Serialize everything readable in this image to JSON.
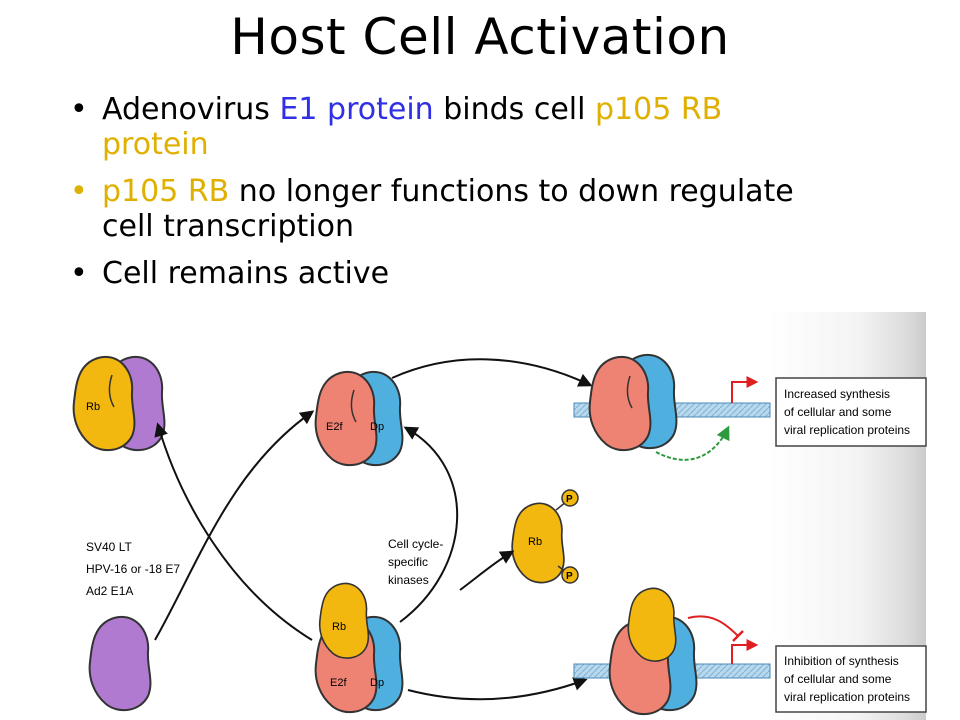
{
  "slide": {
    "title": "Host Cell Activation",
    "bullets": [
      {
        "parts": [
          {
            "text": "Adenovirus ",
            "color": "black"
          },
          {
            "text": "E1 protein",
            "color": "blue"
          },
          {
            "text": " binds cell ",
            "color": "black"
          },
          {
            "text": "p105 RB protein",
            "color": "gold"
          }
        ]
      },
      {
        "parts": [
          {
            "text": "p105 RB",
            "color": "gold"
          },
          {
            "text": " no longer functions to down regulate cell transcription",
            "color": "black"
          }
        ]
      },
      {
        "parts": [
          {
            "text": "Cell remains active",
            "color": "black"
          }
        ]
      }
    ]
  },
  "figure": {
    "labels": {
      "rb": "Rb",
      "e2f": "E2f",
      "dp": "Dp",
      "p": "P",
      "viral_list": [
        "SV40 LT",
        "HPV-16 or -18 E7",
        "Ad2 E1A"
      ],
      "kinases": [
        "Cell cycle-",
        "specific",
        "kinases"
      ]
    },
    "boxes": {
      "increased": [
        "Increased synthesis",
        "of cellular and some",
        "viral replication proteins"
      ],
      "inhibition": [
        "Inhibition of synthesis",
        "of cellular and some",
        "viral replication proteins"
      ]
    },
    "colors": {
      "rb": "#f2b80f",
      "viral_protein": "#b07ad0",
      "e2f": "#ef8373",
      "dp": "#4fb0e0",
      "dna": "#b8d8ec",
      "promoter_arrow": "#e02020",
      "activation_arrow": "#2e9a3e",
      "inhibition_arrow": "#e02020",
      "title_blue": "#2f2fe6",
      "title_gold": "#e0b000"
    }
  }
}
